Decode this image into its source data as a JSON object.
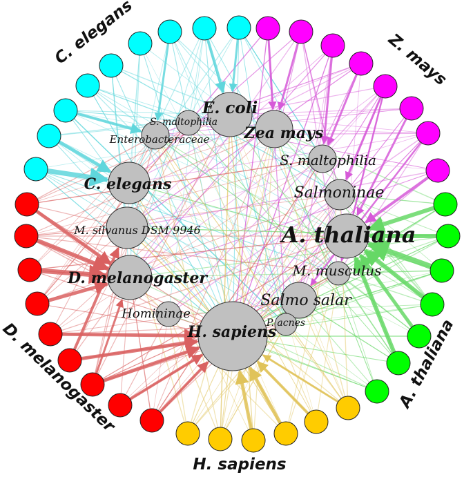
{
  "colors": {
    "celegans": "#00ffff",
    "zmays": "#ff00ff",
    "athaliana": "#00ff00",
    "hsapiens": "#ffcc00",
    "dmelanogaster": "#ff0000",
    "hub": "#c0c0c0",
    "edge_celegans": "#5fd6dc",
    "edge_zmays": "#d65ad8",
    "edge_athaliana": "#66d866",
    "edge_hsapiens": "#e0c35a",
    "edge_dmelanogaster": "#d96060"
  },
  "groups": {
    "celegans": "C. elegans",
    "zmays": "Z. mays",
    "athaliana": "A. thaliana",
    "hsapiens": "H. sapiens",
    "dmelanogaster": "D. melanogaster"
  },
  "hubs": {
    "ecoli": "E. coli",
    "smalto1": "S. maltophilia",
    "entero": "Enterobacteraceae",
    "zeamays": "Zea mays",
    "smalto2": "S. maltophilia",
    "celegans": "C. elegans",
    "salmoninae": "Salmoninae",
    "msilvanus": "M. silvanus DSM 9946",
    "athaliana": "A. thaliana",
    "dmelano": "D. melanogaster",
    "mmusculus": "M. musculus",
    "salmosalar": "Salmo salar",
    "homininae": "Homininae",
    "pacnes": "P. acnes",
    "hsapiens": "H. sapiens"
  }
}
